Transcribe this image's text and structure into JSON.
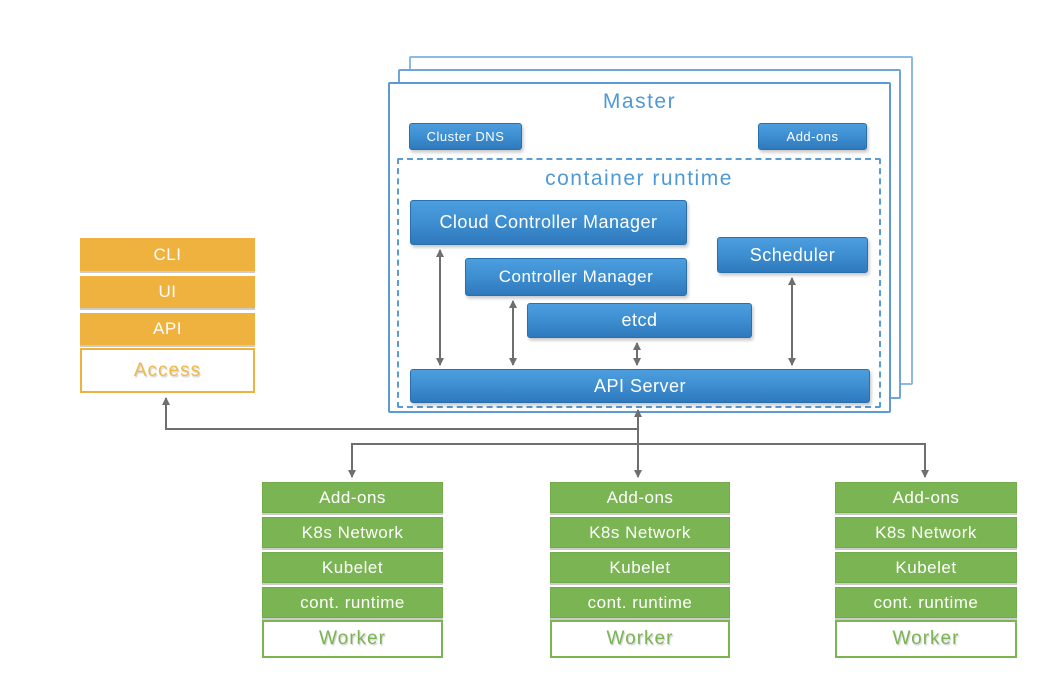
{
  "master": {
    "title": "Master",
    "buttons": {
      "cluster_dns": "Cluster DNS",
      "addons": "Add-ons"
    },
    "container_runtime": {
      "title": "container runtime",
      "components": {
        "cloud_controller_manager": "Cloud Controller Manager",
        "controller_manager": "Controller Manager",
        "scheduler": "Scheduler",
        "etcd": "etcd",
        "api_server": "API Server"
      }
    }
  },
  "access_stack": {
    "items": [
      "CLI",
      "UI",
      "API"
    ],
    "label": "Access"
  },
  "worker_stack": {
    "count": 3,
    "rows": [
      "Add-ons",
      "K8s Network",
      "Kubelet",
      "cont. runtime"
    ],
    "label": "Worker"
  },
  "colors": {
    "component_blue": "#3f90d2",
    "master_border_blue": "#5b9bd5",
    "title_blue": "#4f9ad6",
    "access_orange": "#f0b23f",
    "worker_green": "#7bb453",
    "arrow_gray": "#6f6f6f"
  }
}
